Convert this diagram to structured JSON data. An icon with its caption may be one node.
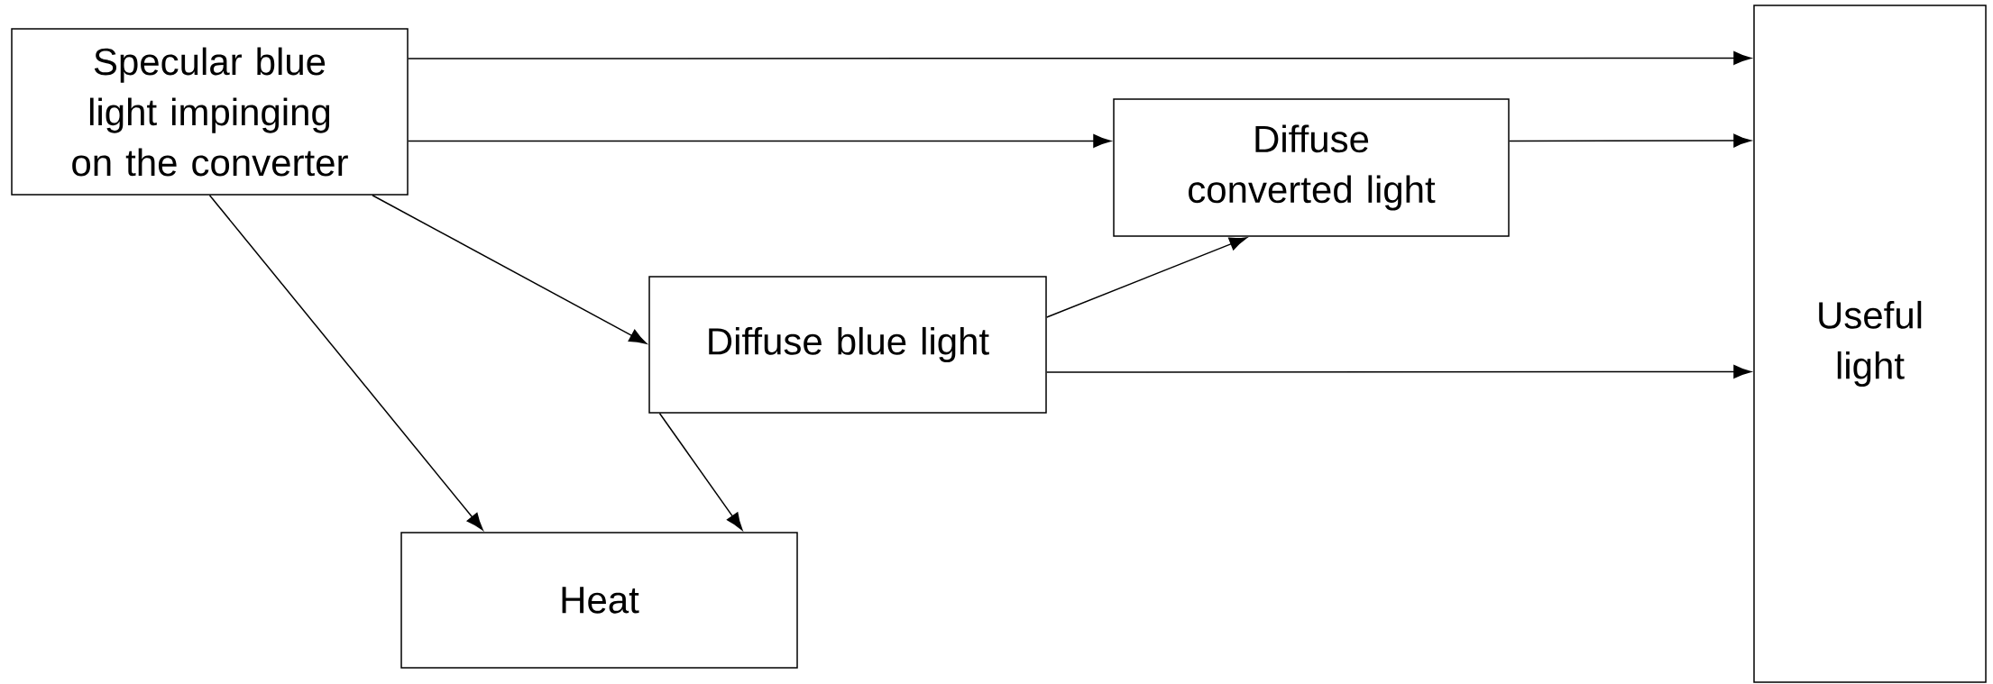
{
  "diagram": {
    "nodes": [
      {
        "text": [
          "Specular blue light impinging on the converter"
        ]
      },
      {
        "text": [
          "Diffuse converted light"
        ]
      },
      {
        "text": [
          "Diffuse blue light"
        ]
      },
      {
        "text": [
          "Heat"
        ]
      },
      {
        "text": [
          "Useful light"
        ]
      }
    ],
    "edges": [
      {
        "from": 0,
        "to": 4,
        "arrow": "to"
      },
      {
        "from": 0,
        "to": 1,
        "arrow": "to"
      },
      {
        "from": 1,
        "to": 4,
        "arrow": "to"
      },
      {
        "from": 0,
        "to": 2,
        "arrow": "to"
      },
      {
        "from": 2,
        "to": 1,
        "arrow": "to"
      },
      {
        "from": 2,
        "to": 4,
        "arrow": "to"
      },
      {
        "from": 0,
        "to": 3,
        "arrow": "to"
      },
      {
        "from": 2,
        "to": 3,
        "arrow": "to"
      }
    ]
  }
}
